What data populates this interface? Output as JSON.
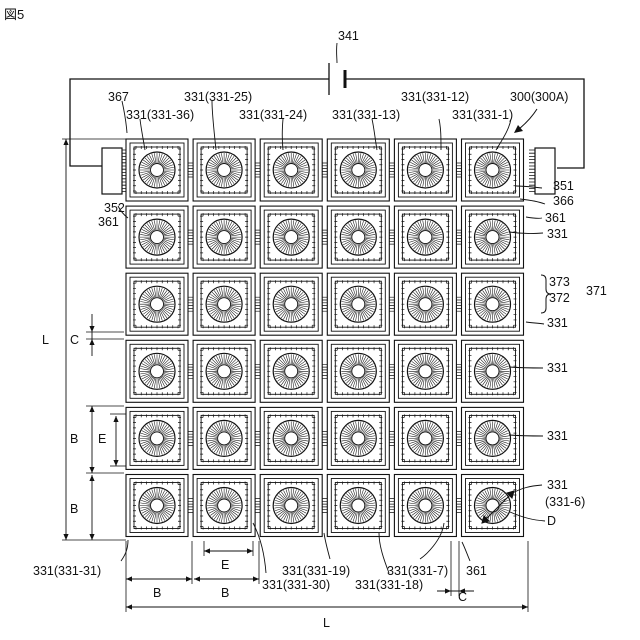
{
  "figure_label": "図5",
  "cell_rows": 6,
  "cell_cols": 6,
  "ray_count": 40,
  "callouts": [
    {
      "id": "341",
      "text": "341"
    },
    {
      "id": "300",
      "text": "300(300A)"
    },
    {
      "id": "367",
      "text": "367"
    },
    {
      "id": "c36",
      "text": "331(331-36)"
    },
    {
      "id": "c25",
      "text": "331(331-25)"
    },
    {
      "id": "c24",
      "text": "331(331-24)"
    },
    {
      "id": "c13",
      "text": "331(331-13)"
    },
    {
      "id": "c12",
      "text": "331(331-12)"
    },
    {
      "id": "c1",
      "text": "331(331-1)"
    },
    {
      "id": "352",
      "text": "352"
    },
    {
      "id": "361a",
      "text": "361"
    },
    {
      "id": "351",
      "text": "351"
    },
    {
      "id": "366",
      "text": "366"
    },
    {
      "id": "361b",
      "text": "361"
    },
    {
      "id": "r2",
      "text": "331"
    },
    {
      "id": "373",
      "text": "373"
    },
    {
      "id": "372",
      "text": "372"
    },
    {
      "id": "371",
      "text": "371"
    },
    {
      "id": "r3",
      "text": "331"
    },
    {
      "id": "r4",
      "text": "331"
    },
    {
      "id": "r5",
      "text": "331"
    },
    {
      "id": "r6a",
      "text": "331"
    },
    {
      "id": "r6b",
      "text": "(331-6)"
    },
    {
      "id": "D",
      "text": "D"
    },
    {
      "id": "c31",
      "text": "331(331-31)"
    },
    {
      "id": "c30",
      "text": "331(331-30)"
    },
    {
      "id": "c19",
      "text": "331(331-19)"
    },
    {
      "id": "c18",
      "text": "331(331-18)"
    },
    {
      "id": "c7",
      "text": "331(331-7)"
    },
    {
      "id": "361c",
      "text": "361"
    }
  ],
  "dimensions": {
    "L_left": "L",
    "C_left": "C",
    "B_left_1": "B",
    "E_left": "E",
    "B_left_2": "B",
    "E_bottom": "E",
    "B_bottom_1": "B",
    "B_bottom_2": "B",
    "C_bottom": "C",
    "L_bottom": "L"
  }
}
